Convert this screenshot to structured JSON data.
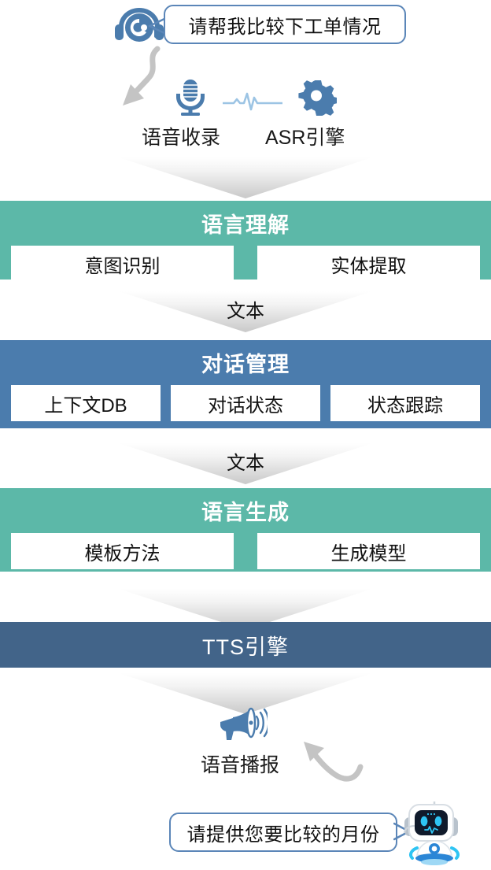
{
  "user_bubble": {
    "text": "请帮我比较下工单情况",
    "icon": "headset-icon",
    "border_color": "#5b86b8"
  },
  "capture_row": {
    "items": [
      {
        "icon": "microphone-icon",
        "label": "语音收录"
      },
      {
        "icon": "waveform-icon",
        "label": ""
      },
      {
        "icon": "gear-icon",
        "label": "ASR引擎"
      }
    ],
    "icon_color": "#4b7cad",
    "wave_color": "#9cc4e4"
  },
  "connectors": [
    {
      "label": ""
    },
    {
      "label": "文本"
    },
    {
      "label": "文本"
    },
    {
      "label": ""
    },
    {
      "label": ""
    }
  ],
  "stages": [
    {
      "title": "语言理解",
      "color": "#5cb8a8",
      "cells": [
        "意图识别",
        "实体提取"
      ]
    },
    {
      "title": "对话管理",
      "color": "#4b7cad",
      "cells": [
        "上下文DB",
        "对话状态",
        "状态跟踪"
      ]
    },
    {
      "title": "语言生成",
      "color": "#5cb8a8",
      "cells": [
        "模板方法",
        "生成模型"
      ]
    },
    {
      "title": "TTS引擎",
      "color": "#426489",
      "cells": []
    }
  ],
  "output": {
    "icon": "megaphone-icon",
    "label": "语音播报",
    "bubble_text": "请提供您要比较的月份",
    "robot_icon": "robot-icon",
    "border_color": "#5b86b8"
  }
}
